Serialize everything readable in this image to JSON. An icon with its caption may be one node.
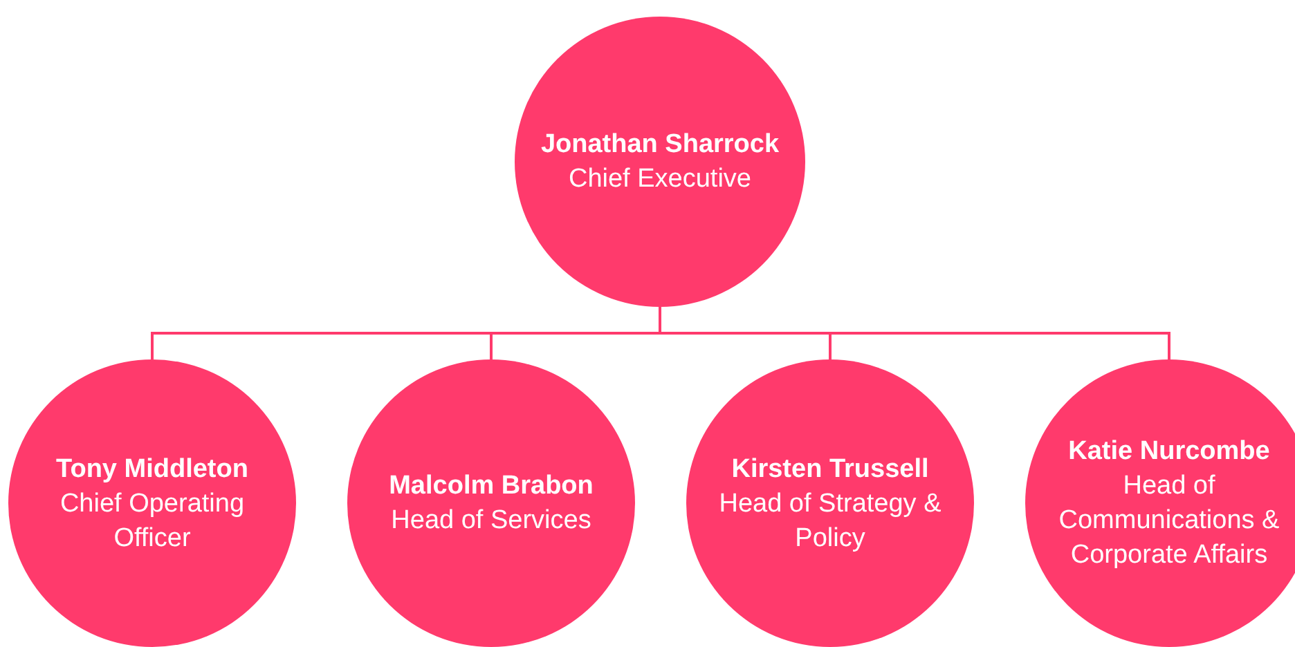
{
  "diagram": {
    "nodes": [
      {
        "text": [
          "Jonathan Sharrock",
          "Chief Executive"
        ]
      },
      {
        "text": [
          "Tony Middleton",
          "Chief Operating Officer"
        ]
      },
      {
        "text": [
          "Malcolm Brabon",
          "Head of Services"
        ]
      },
      {
        "text": [
          "Kirsten Trussell",
          "Head of Strategy & Policy"
        ]
      },
      {
        "text": [
          "Katie Nurcombe",
          "Head of Communications & Corporate Affairs"
        ]
      }
    ],
    "edges": [
      {
        "from": 0,
        "to": 1,
        "arrow": "none"
      },
      {
        "from": 0,
        "to": 2,
        "arrow": "none"
      },
      {
        "from": 0,
        "to": 3,
        "arrow": "none"
      },
      {
        "from": 0,
        "to": 4,
        "arrow": "none"
      }
    ]
  }
}
